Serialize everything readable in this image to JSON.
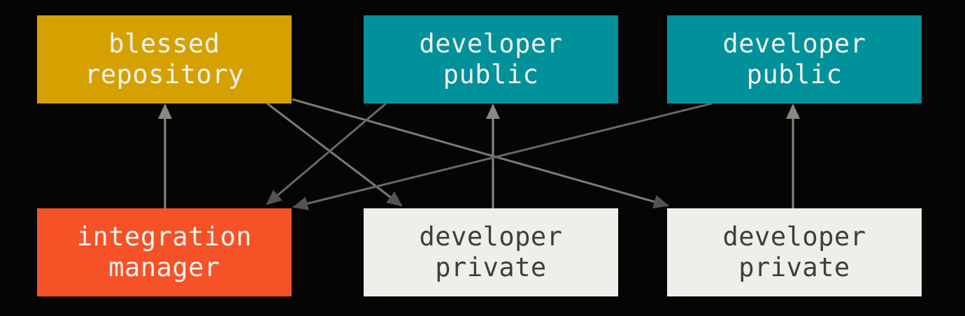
{
  "nodes": {
    "blessed_repository": {
      "lines": [
        "blessed",
        "repository"
      ],
      "color": "#d5a100"
    },
    "developer_public_1": {
      "lines": [
        "developer",
        "public"
      ],
      "color": "#00919a"
    },
    "developer_public_2": {
      "lines": [
        "developer",
        "public"
      ],
      "color": "#00919a"
    },
    "integration_manager": {
      "lines": [
        "integration",
        "manager"
      ],
      "color": "#f55227"
    },
    "developer_private_1": {
      "lines": [
        "developer",
        "private"
      ],
      "color": "#efeee8"
    },
    "developer_private_2": {
      "lines": [
        "developer",
        "private"
      ],
      "color": "#efeee8"
    }
  },
  "edges": [
    {
      "from": "integration_manager",
      "to": "blessed_repository"
    },
    {
      "from": "developer_private_1",
      "to": "developer_public_1"
    },
    {
      "from": "developer_private_2",
      "to": "developer_public_2"
    },
    {
      "from": "blessed_repository",
      "to": "developer_private_1"
    },
    {
      "from": "blessed_repository",
      "to": "developer_private_2"
    },
    {
      "from": "developer_public_1",
      "to": "integration_manager"
    },
    {
      "from": "developer_public_2",
      "to": "integration_manager"
    }
  ],
  "colors": {
    "background": "#050505",
    "arrow": "#8a8781",
    "arrow_dark": "#55534f"
  }
}
